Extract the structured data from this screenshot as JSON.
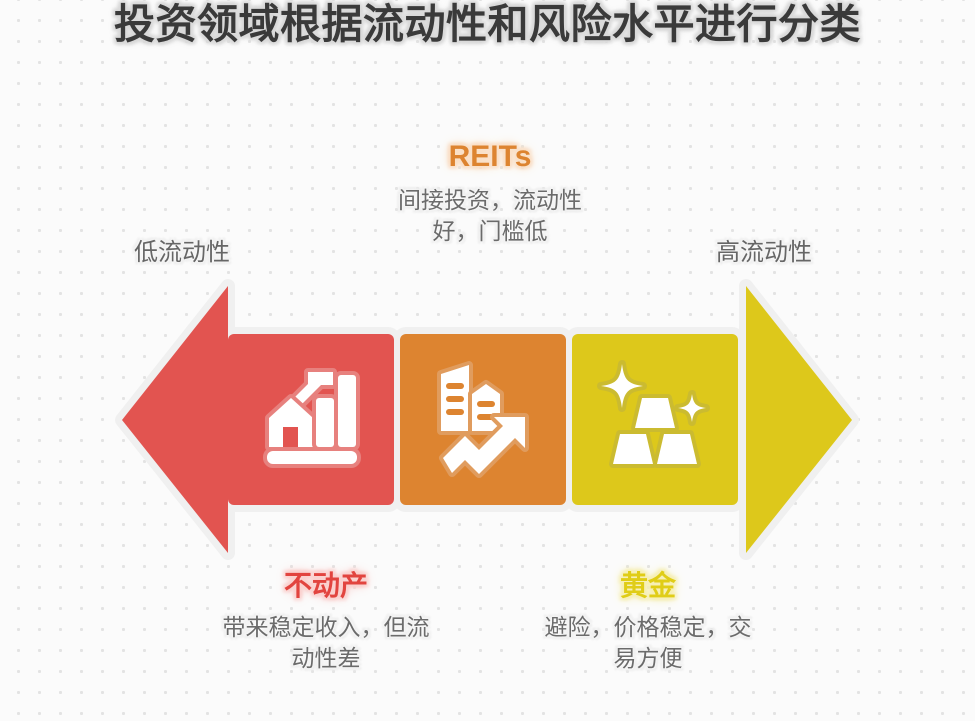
{
  "title": "投资领域根据流动性和风险水平进行分类",
  "axis": {
    "left_label": "低流动性",
    "right_label": "高流动性",
    "left_arrow_color": "#E25450",
    "right_arrow_color": "#DDC81B"
  },
  "segments": [
    {
      "key": "real-estate",
      "color": "#E25450",
      "icon": "house-bar-chart-icon",
      "name": "不动产",
      "name_color": "#E2443F",
      "description": "带来稳定收入，但流动性差",
      "description_line1": "带来稳定收入，但流",
      "description_line2": "动性差",
      "position": "bottom"
    },
    {
      "key": "reits",
      "color": "#DD8430",
      "icon": "buildings-trend-icon",
      "name": "REITs",
      "name_color": "#DD8430",
      "description": "间接投资，流动性好，门槛低",
      "description_line1": "间接投资，流动性",
      "description_line2": "好，门槛低",
      "position": "top"
    },
    {
      "key": "gold",
      "color": "#DDC81B",
      "icon": "gold-bars-sparkle-icon",
      "name": "黄金",
      "name_color": "#E0CD17",
      "description": "避险，价格稳定，交易方便",
      "description_line1": "避险，价格稳定，交",
      "description_line2": "易方便",
      "position": "bottom"
    }
  ]
}
